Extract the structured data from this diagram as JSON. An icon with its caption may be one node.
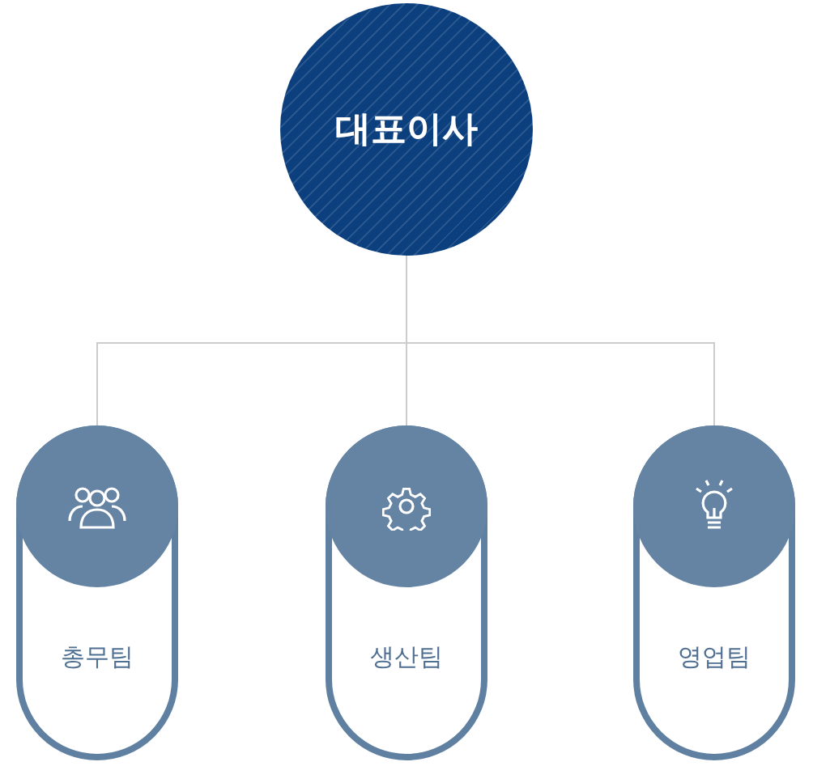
{
  "diagram": {
    "nodes": [
      {
        "text": [
          "대표이사"
        ]
      },
      {
        "text": [
          "총무팀"
        ]
      },
      {
        "text": [
          "생산팀"
        ]
      },
      {
        "text": [
          "영업팀"
        ]
      }
    ],
    "edges": [
      {
        "from": 0,
        "to": 1,
        "arrow": "none"
      },
      {
        "from": 0,
        "to": 2,
        "arrow": "none"
      },
      {
        "from": 0,
        "to": 3,
        "arrow": "none"
      }
    ]
  }
}
